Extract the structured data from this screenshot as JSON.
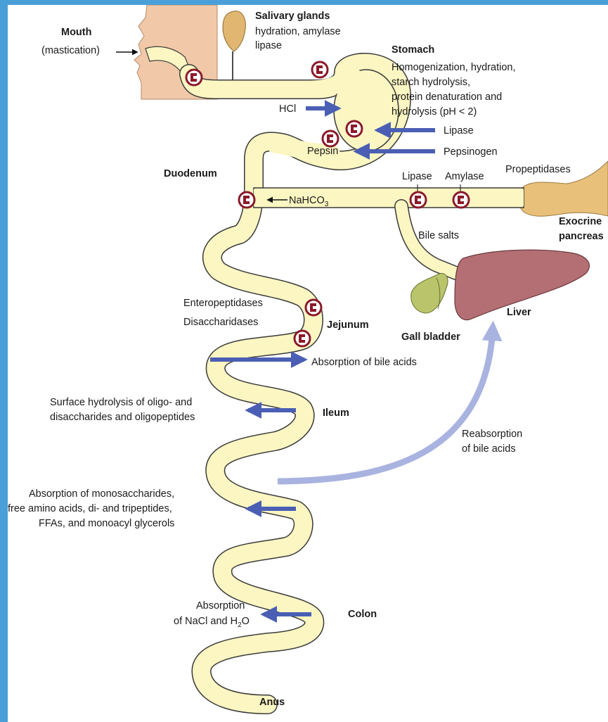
{
  "labels": {
    "mouth": "Mouth",
    "mastication": "(mastication)",
    "salivary_glands": "Salivary glands",
    "salivary_line1": "hydration, amylase",
    "salivary_line2": "lipase",
    "stomach": "Stomach",
    "stomach_line1": "Homogenization, hydration,",
    "stomach_line2": "starch hydrolysis,",
    "stomach_line3": "protein denaturation and",
    "stomach_line4": "hydrolysis (pH < 2)",
    "hcl": "HCl",
    "lipase_stomach": "Lipase",
    "pepsin": "Pepsin",
    "pepsinogen": "Pepsinogen",
    "duodenum": "Duodenum",
    "nahco3_main": "NaHCO",
    "nahco3_sub": "3",
    "lipase_duct": "Lipase",
    "amylase_duct": "Amylase",
    "propeptidases": "Propeptidases",
    "exocrine": "Exocrine",
    "pancreas": "pancreas",
    "bile_salts": "Bile salts",
    "liver": "Liver",
    "gall_bladder": "Gall bladder",
    "enteropeptidases": "Enteropeptidases",
    "disaccharidases": "Disaccharidases",
    "jejunum": "Jejunum",
    "absorption_bile_acids": "Absorption of bile acids",
    "surface_line1": "Surface hydrolysis of oligo- and",
    "surface_line2": "disaccharides and oligopeptides",
    "ileum": "Ileum",
    "reabsorption_line1": "Reabsorption",
    "reabsorption_line2": "of bile acids",
    "mono_line1": "Absorption of monosaccharides,",
    "mono_line2": "free amino acids, di- and tripeptides,",
    "mono_line3": "FFAs, and monoacyl glycerols",
    "colon_abs_line1": "Absorption",
    "colon_abs_line2_pre": "of NaCl and H",
    "colon_abs_line2_sub": "2",
    "colon_abs_line2_post": "O",
    "colon": "Colon",
    "anus": "Anus"
  },
  "colors": {
    "background_border": "#4a9fd8",
    "gut_fill": "#fbf6c2",
    "gut_outline": "#3a3a3a",
    "pancreas": "#e8c07a",
    "salivary_gland": "#e0b670",
    "liver": "#b36f73",
    "gall_bladder": "#b9c46b",
    "face": "#f1c9a8",
    "arrow_blue": "#4a5fb4",
    "arrow_light_blue": "#a9b3e0",
    "enzyme_symbol": "#8a1a2a"
  },
  "icons": {
    "enzyme": "enzyme-symbol-icon"
  }
}
